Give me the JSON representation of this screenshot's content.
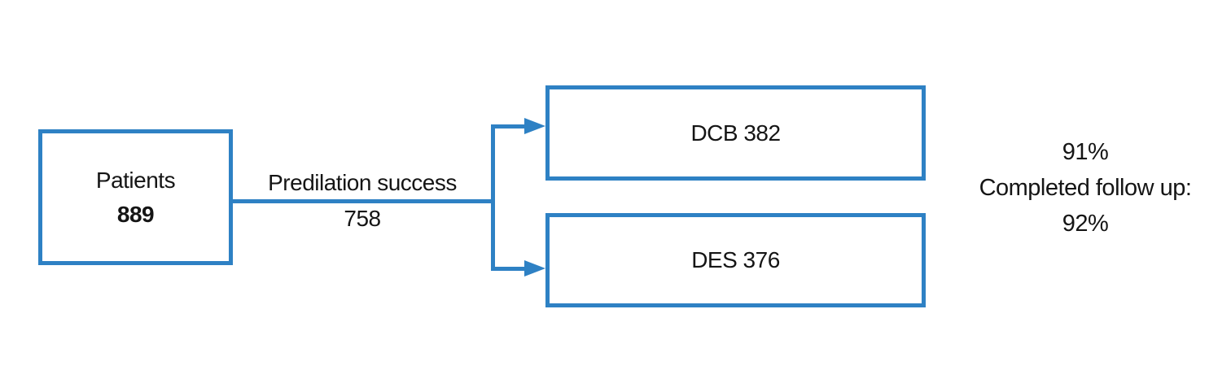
{
  "diagram": {
    "accent_color": "#2E81C4",
    "patients_box": {
      "label": "Patients",
      "value": "889"
    },
    "connector": {
      "label": "Predilation success",
      "value": "758"
    },
    "dcb_box": {
      "label": "DCB 382"
    },
    "des_box": {
      "label": "DES 376"
    },
    "followup": {
      "line1": "91%",
      "line2": "Completed follow up:",
      "line3": "92%"
    }
  }
}
